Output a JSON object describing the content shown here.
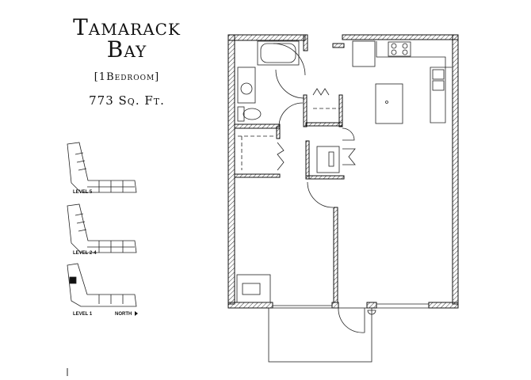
{
  "header": {
    "name_line1": "Tamarack",
    "name_line2": "Bay",
    "unit_type": "[1Bedroom]",
    "area": "773 Sq. Ft."
  },
  "key_plans": [
    {
      "label": "LEVEL 5"
    },
    {
      "label": "LEVEL 2-4"
    },
    {
      "label": "LEVEL 1"
    }
  ],
  "north_label": "NORTH",
  "colors": {
    "line": "#111111",
    "background": "#ffffff"
  }
}
